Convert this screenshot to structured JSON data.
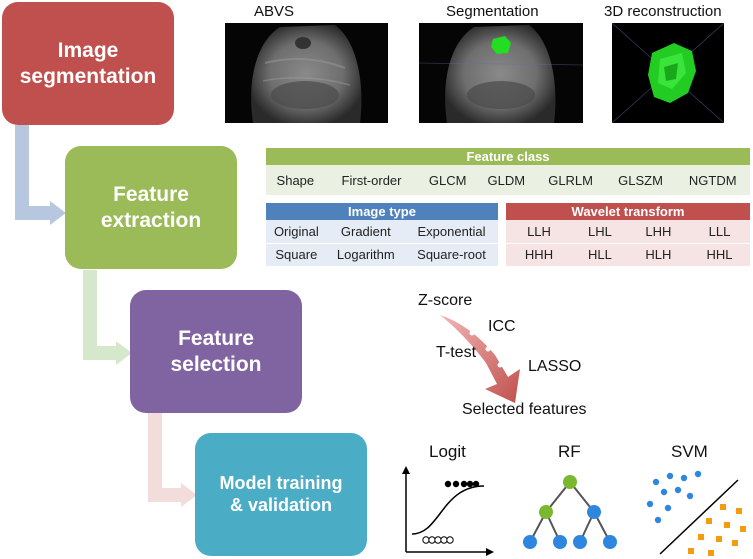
{
  "steps": [
    {
      "line1": "Image",
      "line2": "segmentation",
      "color": "#c0504d"
    },
    {
      "line1": "Feature",
      "line2": "extraction",
      "color": "#9bbb59"
    },
    {
      "line1": "Feature",
      "line2": "selection",
      "color": "#8064a2"
    },
    {
      "line1": "Model training",
      "line2": "& validation",
      "color": "#4bacc6"
    }
  ],
  "images": {
    "abvs": "ABVS",
    "segmentation": "Segmentation",
    "reconstruction": "3D reconstruction"
  },
  "feature_class": {
    "header": "Feature class",
    "items": [
      "Shape",
      "First-order",
      "GLCM",
      "GLDM",
      "GLRLM",
      "GLSZM",
      "NGTDM"
    ]
  },
  "image_type": {
    "header": "Image type",
    "rows": [
      [
        "Original",
        "Gradient",
        "Exponential"
      ],
      [
        "Square",
        "Logarithm",
        "Square-root"
      ]
    ]
  },
  "wavelet": {
    "header": "Wavelet transform",
    "rows": [
      [
        "LLH",
        "LHL",
        "LHH",
        "LLL"
      ],
      [
        "HHH",
        "HLL",
        "HLH",
        "HHL"
      ]
    ]
  },
  "selection": {
    "zscore": "Z-score",
    "icc": "ICC",
    "ttest": "T-test",
    "lasso": "LASSO",
    "result": "Selected features"
  },
  "models": {
    "logit": "Logit",
    "rf": "RF",
    "svm": "SVM"
  },
  "colors": {
    "red": "#c0504d",
    "green": "#9bbb59",
    "purple": "#8064a2",
    "teal": "#4bacc6",
    "blue_header": "#4f81bd",
    "arrow": "#c0504d",
    "tree_green": "#7ab830",
    "tree_blue": "#2e86de",
    "svm_blue": "#2e86de",
    "svm_orange": "#f39c12"
  }
}
